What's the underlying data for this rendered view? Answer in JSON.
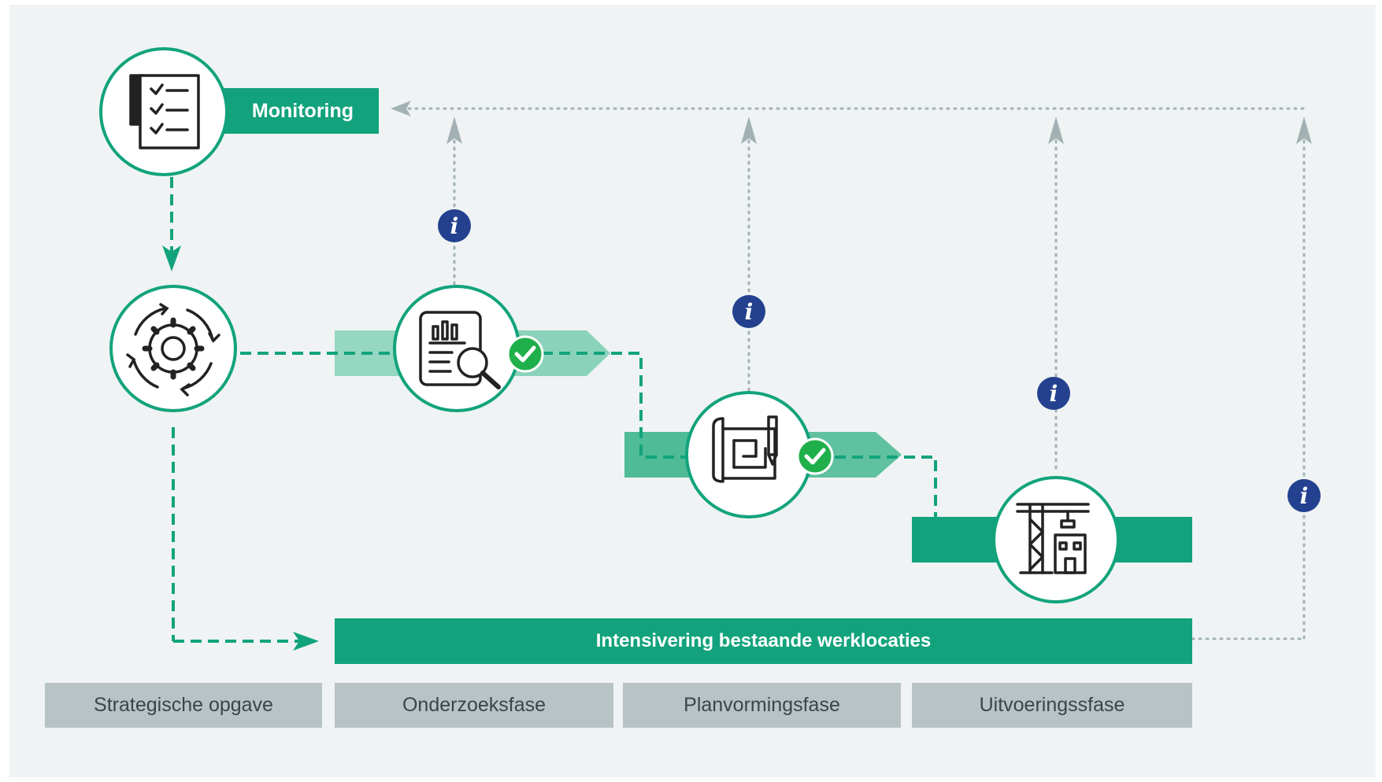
{
  "colors": {
    "background": "#eff3f4",
    "green": "#12a37c",
    "green_light": "#7ecfb4",
    "check_green": "#20b04b",
    "info_blue": "#23418f",
    "phase_gray": "#b8c3c6",
    "dotted_gray": "#a3b1b4"
  },
  "monitoring": {
    "label": "Monitoring",
    "icon": "checklist-icon"
  },
  "nodes": {
    "strategy_icon": "gear-cycle-icon",
    "research_icon": "report-magnifier-icon",
    "planning_icon": "blueprint-icon",
    "execution_icon": "construction-crane-icon"
  },
  "main_bar": {
    "label": "Intensivering bestaande werklocaties"
  },
  "phases": [
    "Strategische opgave",
    "Onderzoeksfase",
    "Planvormingsfase",
    "Uitvoeringssfase"
  ],
  "info_marker": "i"
}
